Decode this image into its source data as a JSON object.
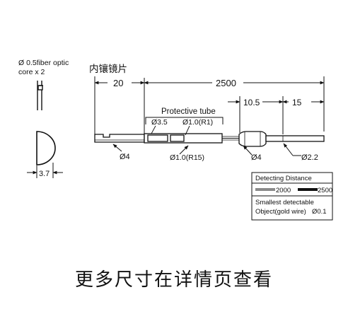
{
  "side_view": {
    "fiber_label_line1": "Ø 0.5fiber optic",
    "fiber_label_line2": "core x 2",
    "width_dim": "3.7"
  },
  "drawing": {
    "inner_mirror_label": "内镶镜片",
    "dim_20": "20",
    "dim_2500": "2500",
    "dim_10_5": "10.5",
    "dim_15": "15",
    "protective_tube": "Protective tube",
    "dia_3_5": "Ø3.5",
    "dia_1_0_r1": "Ø1.0(R1)",
    "dia_4_left": "Ø4",
    "dia_1_0_r15": "Ø1.0(R15)",
    "dia_4_right": "Ø4",
    "dia_2_2": "Ø2.2"
  },
  "info_box": {
    "title": "Detecting Distance",
    "val_gray": "2000",
    "val_black": "2500",
    "smallest_line1": "Smallest detectable",
    "smallest_line2": "Object(gold wire)",
    "smallest_value": "Ø0.1"
  },
  "footer": {
    "text": "更多尺寸在详情页查看"
  }
}
